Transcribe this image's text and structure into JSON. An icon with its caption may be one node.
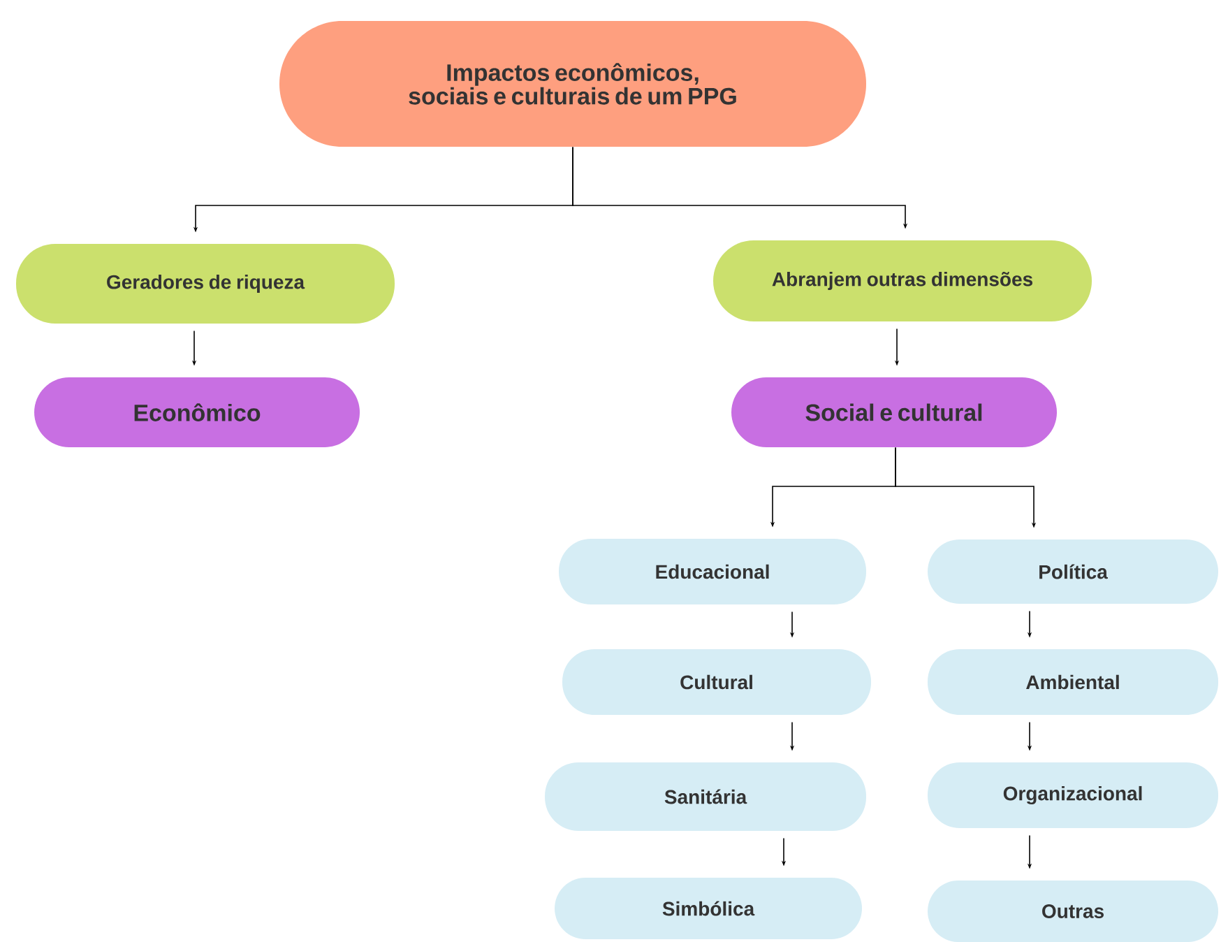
{
  "diagram": {
    "nodes": [
      {
        "text": [
          "Impactos econômicos, sociais e culturais de um PPG"
        ]
      },
      {
        "text": [
          "Geradores de riqueza"
        ]
      },
      {
        "text": [
          "Abranjem outras dimensões"
        ]
      },
      {
        "text": [
          "Econômico"
        ]
      },
      {
        "text": [
          "Social e cultural"
        ]
      },
      {
        "text": [
          "Educacional"
        ]
      },
      {
        "text": [
          "Cultural"
        ]
      },
      {
        "text": [
          "Sanitária"
        ]
      },
      {
        "text": [
          "Simbólica"
        ]
      },
      {
        "text": [
          "Política"
        ]
      },
      {
        "text": [
          "Ambiental"
        ]
      },
      {
        "text": [
          "Organizacional"
        ]
      },
      {
        "text": [
          "Outras"
        ]
      }
    ],
    "edges": [
      {
        "from": 0,
        "to": 1,
        "arrow": "to"
      },
      {
        "from": 0,
        "to": 2,
        "arrow": "to"
      },
      {
        "from": 1,
        "to": 3,
        "arrow": "to"
      },
      {
        "from": 2,
        "to": 4,
        "arrow": "to"
      },
      {
        "from": 4,
        "to": 5,
        "arrow": "to"
      },
      {
        "from": 4,
        "to": 9,
        "arrow": "to"
      },
      {
        "from": 5,
        "to": 6,
        "arrow": "to"
      },
      {
        "from": 6,
        "to": 7,
        "arrow": "to"
      },
      {
        "from": 7,
        "to": 8,
        "arrow": "to"
      },
      {
        "from": 9,
        "to": 10,
        "arrow": "to"
      },
      {
        "from": 10,
        "to": 11,
        "arrow": "to"
      },
      {
        "from": 11,
        "to": 12,
        "arrow": "to"
      }
    ]
  }
}
